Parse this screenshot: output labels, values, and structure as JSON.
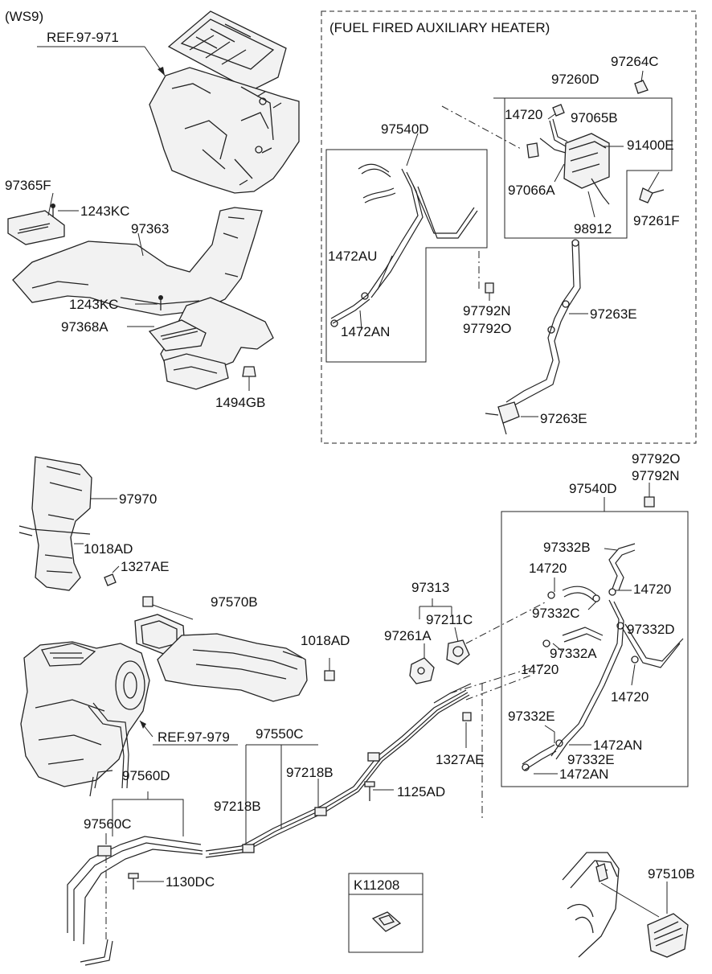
{
  "diagram": {
    "model_code": "(WS9)",
    "box_title": "(FUEL FIRED AUXILIARY HEATER)",
    "catalog_code": "K11208",
    "labels": {
      "ref_97_971": "REF.97-971",
      "ref_97_979": "REF.97-979",
      "p97365F": "97365F",
      "p1243KC_a": "1243KC",
      "p97363": "97363",
      "p1243KC_b": "1243KC",
      "p97368A": "97368A",
      "p1494GB": "1494GB",
      "p97540D_top": "97540D",
      "p1472AU": "1472AU",
      "p1472AN_top": "1472AN",
      "p97792N_top": "97792N",
      "p97792O_top": "97792O",
      "p97264C": "97264C",
      "p97260D": "97260D",
      "p14720_top": "14720",
      "p97065B": "97065B",
      "p91400E": "91400E",
      "p97066A": "97066A",
      "p98912": "98912",
      "p97261F": "97261F",
      "p97263E_a": "97263E",
      "p97263E_b": "97263E",
      "p97970": "97970",
      "p1018AD_a": "1018AD",
      "p1327AE_a": "1327AE",
      "p97570B": "97570B",
      "p1018AD_b": "1018AD",
      "p97313": "97313",
      "p97211C": "97211C",
      "p97261A": "97261A",
      "p97792O_r": "97792O",
      "p97792N_r": "97792N",
      "p97540D_r": "97540D",
      "p97332B": "97332B",
      "p14720_r1": "14720",
      "p14720_r2": "14720",
      "p97332C": "97332C",
      "p97332D": "97332D",
      "p97332A": "97332A",
      "p14720_r3": "14720",
      "p14720_r4": "14720",
      "p97332E_a": "97332E",
      "p1472AN_r1": "1472AN",
      "p97332E_b": "97332E",
      "p1472AN_r2": "1472AN",
      "p97550C": "97550C",
      "p1327AE_b": "1327AE",
      "p97218B_a": "97218B",
      "p97218B_b": "97218B",
      "p97560D": "97560D",
      "p1125AD": "1125AD",
      "p97560C": "97560C",
      "p1130DC": "1130DC",
      "p97510B": "97510B"
    }
  }
}
